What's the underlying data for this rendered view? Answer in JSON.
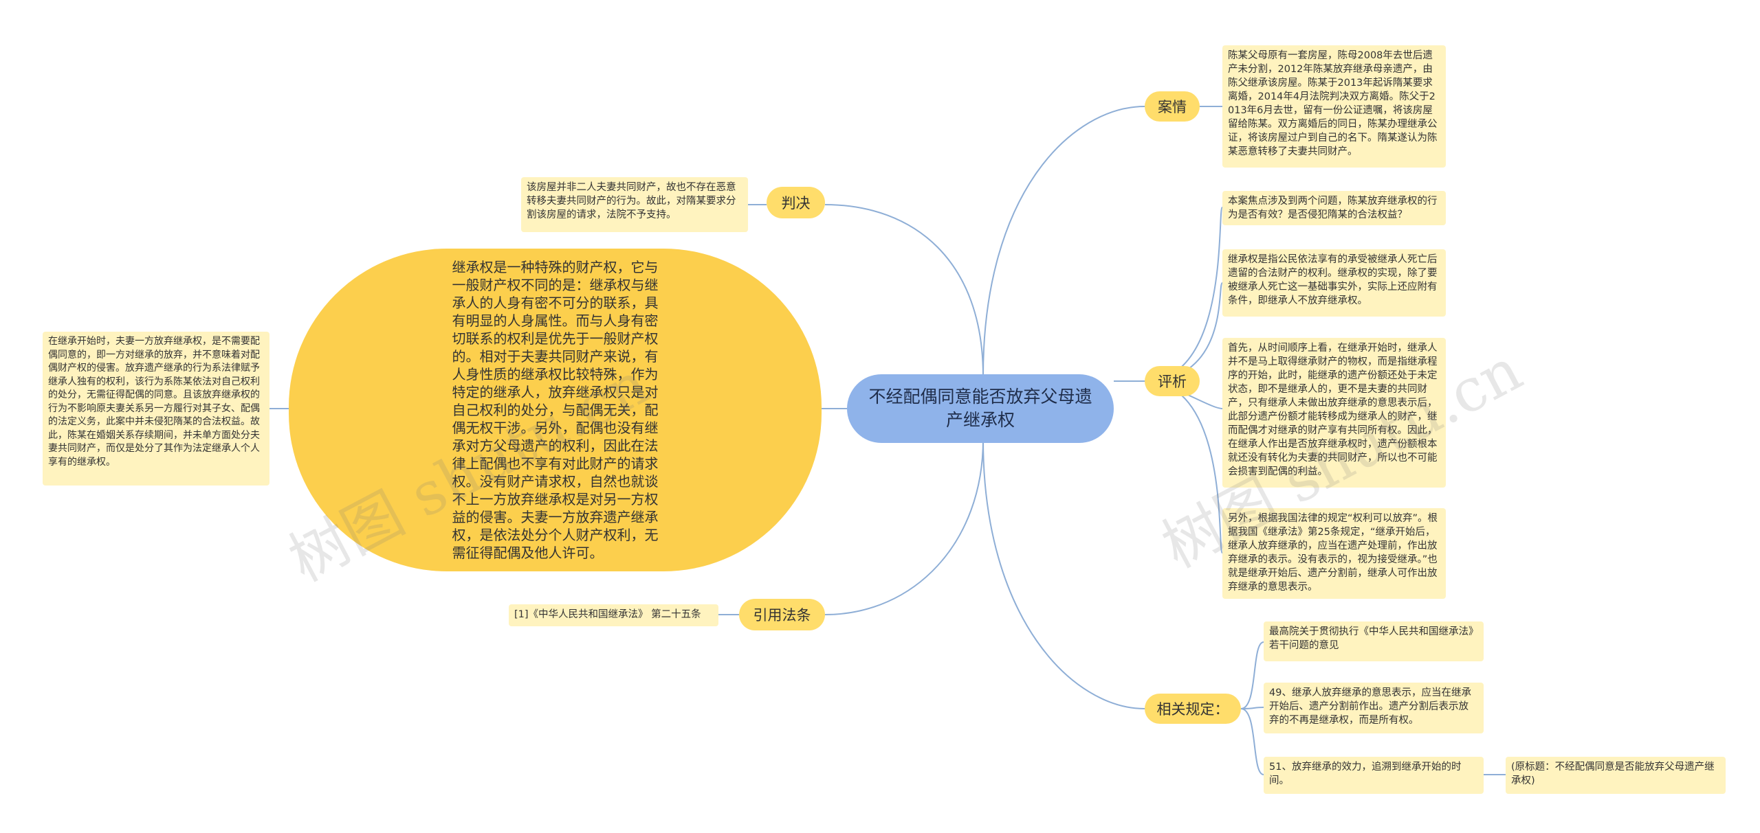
{
  "root": {
    "label": "不经配偶同意能否放弃父母遗产继承权"
  },
  "branches": {
    "case": "案情",
    "judgment": "判决",
    "law": "引用法条",
    "review": "评析",
    "rules": "相关规定："
  },
  "leaves": {
    "case_detail": "陈某父母原有一套房屋，陈母2008年去世后遗产未分割，2012年陈某放弃继承母亲遗产，由陈父继承该房屋。陈某于2013年起诉隋某要求离婚，2014年4月法院判决双方离婚。陈父于2013年6月去世，留有一份公证遗嘱，将该房屋留给陈某。双方离婚后的同日，陈某办理继承公证，将该房屋过户到自己的名下。隋某遂认为陈某恶意转移了夫妻共同财产。",
    "judgment_detail": "该房屋并非二人夫妻共同财产，故也不存在恶意转移夫妻共同财产的行为。故此，对隋某要求分割该房屋的请求，法院不予支持。",
    "left_detail": "在继承开始时，夫妻一方放弃继承权，是不需要配偶同意的，即一方对继承的放弃，并不意味着对配偶财产权的侵害。放弃遗产继承的行为系法律赋予继承人独有的权利，该行为系陈某依法对自己权利的处分，无需征得配偶的同意。且该放弃继承权的行为不影响原夫妻关系另一方履行对其子女、配偶的法定义务，此案中并未侵犯隋某的合法权益。故此，陈某在婚姻关系存续期间，并未单方面处分夫妻共同财产，而仅是处分了其作为法定继承人个人享有的继承权。",
    "oval_detail": "继承权是一种特殊的财产权，它与一般财产权不同的是：继承权与继承人的人身有密不可分的联系，具有明显的人身属性。而与人身有密切联系的权利是优先于一般财产权的。相对于夫妻共同财产来说，有人身性质的继承权比较特殊，作为特定的继承人，放弃继承权只是对自己权利的处分，与配偶无关，配偶无权干涉。另外，配偶也没有继承对方父母遗产的权利，因此在法律上配偶也不享有对此财产的请求权。没有财产请求权，自然也就谈不上一方放弃继承权是对另一方权益的侵害。夫妻一方放弃遗产继承权，是依法处分个人财产权利，无需征得配偶及他人许可。",
    "law_detail": "[1]《中华人民共和国继承法》 第二十五条",
    "review_1": "本案焦点涉及到两个问题，陈某放弃继承权的行为是否有效？是否侵犯隋某的合法权益？",
    "review_2": "继承权是指公民依法享有的承受被继承人死亡后遗留的合法财产的权利。继承权的实现，除了要被继承人死亡这一基础事实外，实际上还应附有条件，即继承人不放弃继承权。",
    "review_3": "首先，从时间顺序上看，在继承开始时，继承人并不是马上取得继承财产的物权，而是指继承程序的开始，此时，能继承的遗产份额还处于未定状态，即不是继承人的，更不是夫妻的共同财产，只有继承人未做出放弃继承的意思表示后，此部分遗产份额才能转移成为继承人的财产，继而配偶才对继承的财产享有共同所有权。因此，在继承人作出是否放弃继承权时，遗产份额根本就还没有转化为夫妻的共同财产，所以也不可能会损害到配偶的利益。",
    "review_4": "另外，根据我国法律的规定“权利可以放弃”。根据我国《继承法》第25条规定，“继承开始后，继承人放弃继承的，应当在遗产处理前，作出放弃继承的表示。没有表示的，视为接受继承。”也就是继承开始后、遗产分割前，继承人可作出放弃继承的意思表示。",
    "rules_1": "最高院关于贯彻执行《中华人民共和国继承法》若干问题的意见",
    "rules_2": "49、继承人放弃继承的意思表示，应当在继承开始后、遗产分割前作出。遗产分割后表示放弃的不再是继承权，而是所有权。",
    "rules_3": "51、放弃继承的效力，追溯到继承开始的时间。",
    "rules_3_note": "(原标题：不经配偶同意是否能放弃父母遗产继承权)"
  },
  "watermarks": [
    "树图 shutu.cn",
    "树图 shutu.cn"
  ],
  "colors": {
    "root": "#8FB3EA",
    "branch": "#FFDD6B",
    "leaf": "#FFF3BF",
    "oval": "#FCCF4D",
    "edge": "#8EAED6"
  }
}
